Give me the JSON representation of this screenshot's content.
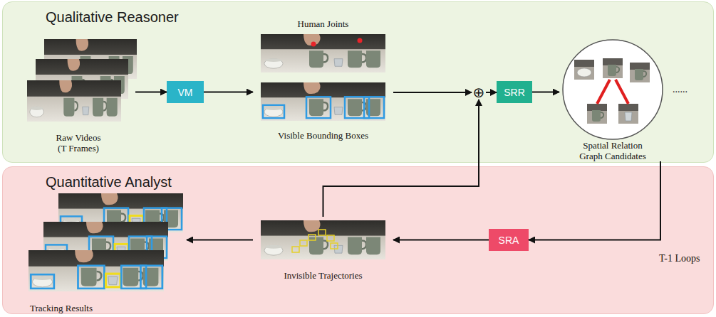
{
  "diagram": {
    "nodes": [
      {
        "text": [
          "Qualitative Reasoner"
        ]
      },
      {
        "text": [
          "Raw Videos (T Frames)"
        ],
        "in": 0
      },
      {
        "text": [
          "VM"
        ],
        "in": 0
      },
      {
        "text": [
          "Human Joints",
          "Visible Bounding Boxes"
        ],
        "in": 0
      },
      {
        "text": [
          "⊕"
        ],
        "in": 0
      },
      {
        "text": [
          "SRR"
        ],
        "in": 0
      },
      {
        "text": [
          "Spatial Relation Graph Candidates"
        ],
        "in": 0
      },
      {
        "text": [
          "Quantitative Analyst"
        ]
      },
      {
        "text": [
          "SRA"
        ],
        "in": 7
      },
      {
        "text": [
          "Invisible Trajectories"
        ],
        "in": 7
      },
      {
        "text": [
          "Tracking Results"
        ],
        "in": 7
      }
    ],
    "edges": [
      {
        "from": 1,
        "to": 2,
        "arrow": "to"
      },
      {
        "from": 2,
        "to": 3,
        "arrow": "to"
      },
      {
        "from": 3,
        "to": 4,
        "arrow": "to"
      },
      {
        "from": 4,
        "to": 5,
        "arrow": "to"
      },
      {
        "from": 5,
        "to": 6,
        "arrow": "to"
      },
      {
        "from": 6,
        "to": 8,
        "label": "T-1 Loops",
        "arrow": "to"
      },
      {
        "from": 8,
        "to": 9,
        "arrow": "to"
      },
      {
        "from": 9,
        "to": 10,
        "arrow": "to"
      },
      {
        "from": 9,
        "to": 4,
        "arrow": "to"
      }
    ],
    "labels": [
      "......"
    ]
  }
}
